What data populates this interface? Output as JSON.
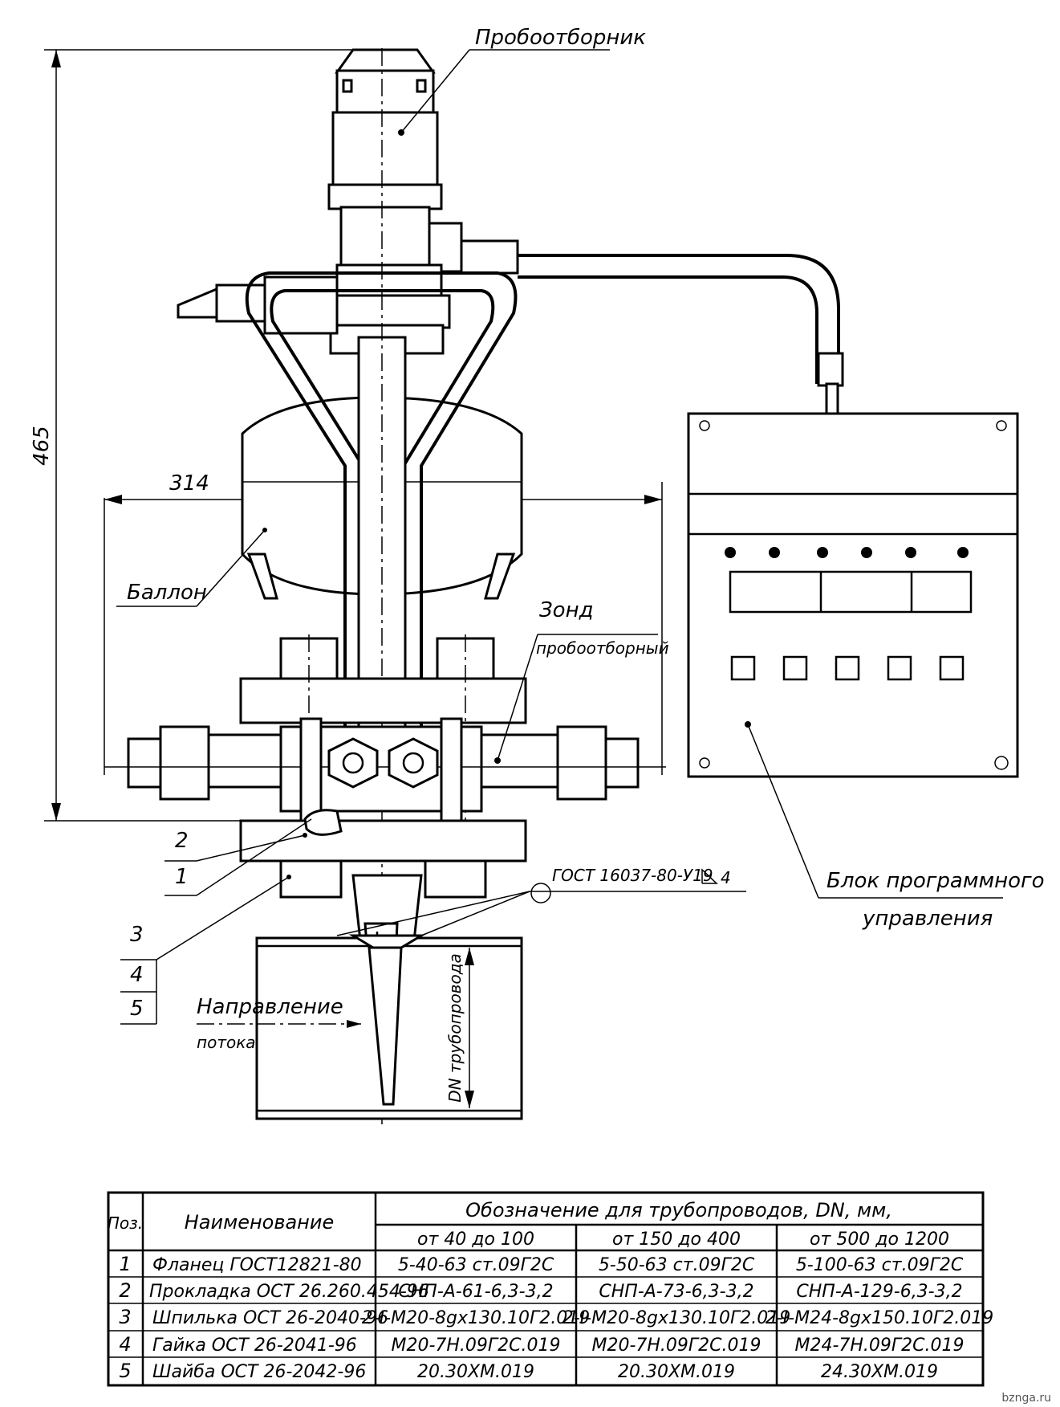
{
  "labels": {
    "sampler": "Пробоотборник",
    "cylinder": "Баллон",
    "probe_1": "Зонд",
    "probe_2": "пробоотборный",
    "control_1": "Блок программного",
    "control_2": "управления",
    "flow_1": "Направление",
    "flow_2": "потока",
    "pipe_dn": "DN трубопровода",
    "gost": "ГОСТ 16037-80-У19",
    "gost_weld": "4"
  },
  "dimensions": {
    "height": "465",
    "width": "314"
  },
  "positions": [
    "1",
    "2",
    "3",
    "4",
    "5"
  ],
  "table": {
    "col_pos": "Поз.",
    "col_name": "Наименование",
    "col_designation": "Обозначение для трубопроводов, DN, мм,",
    "subcols": [
      "от 40 до 100",
      "от 150 до 400",
      "от 500 до 1200"
    ],
    "rows": [
      {
        "pos": "1",
        "name": "Фланец ГОСТ12821-80",
        "v1": "5-40-63 ст.09Г2С",
        "v2": "5-50-63   ст.09Г2С",
        "v3": "5-100-63 ст.09Г2С"
      },
      {
        "pos": "2",
        "name": "Прокладка ОСТ 26.260.454-96",
        "v1": "СНП-А-61-6,3-3,2",
        "v2": "СНП-А-73-6,3-3,2",
        "v3": "СНП-А-129-6,3-3,2"
      },
      {
        "pos": "3",
        "name": "Шпилька ОСТ 26-2040-96",
        "v1": "2-I-M20-8gx130.10Г2.019",
        "v2": "2-I-M20-8gx130.10Г2.019",
        "v3": "2-I-M24-8gx150.10Г2.019"
      },
      {
        "pos": "4",
        "name": "Гайка ОСТ 26-2041-96",
        "v1": "M20-7H.09Г2С.019",
        "v2": "M20-7H.09Г2С.019",
        "v3": "M24-7H.09Г2С.019"
      },
      {
        "pos": "5",
        "name": "Шайба ОСТ 26-2042-96",
        "v1": "20.30ХМ.019",
        "v2": "20.30ХМ.019",
        "v3": "24.30ХМ.019"
      }
    ]
  },
  "watermark": "bznga.ru"
}
